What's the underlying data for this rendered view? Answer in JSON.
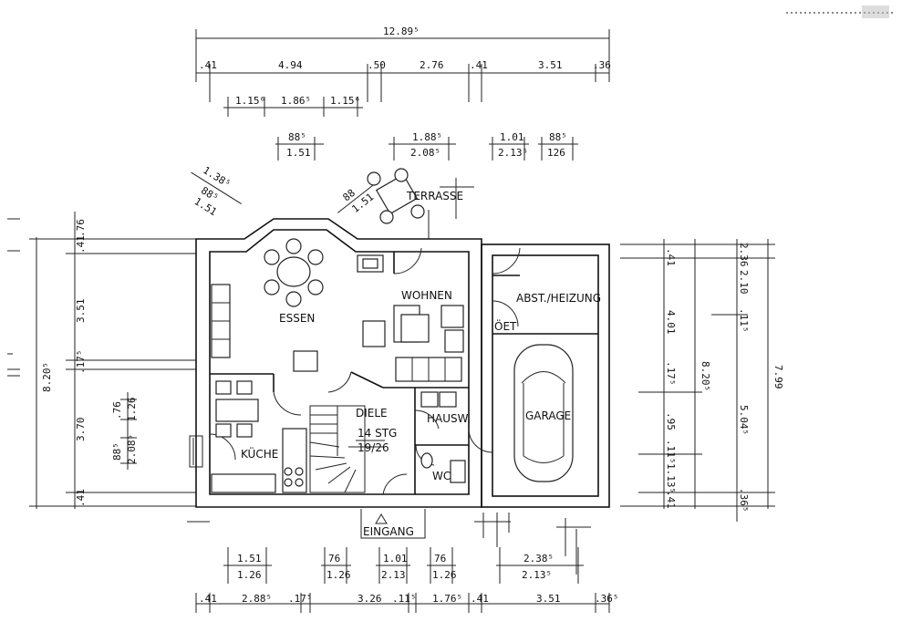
{
  "rooms": {
    "essen": "ESSEN",
    "wohnen": "WOHNEN",
    "abst_heizung": "ABST./HEIZUNG",
    "oet": "ÖET",
    "garage": "GARAGE",
    "diele": "DIELE",
    "hausw": "HAUSW.",
    "kueche": "KÜCHE",
    "wc": "WC",
    "eingang": "EINGANG",
    "terrasse": "TERRASSE",
    "stair_count": "14 STG",
    "stair_ratio": "19/26"
  },
  "dims_top": {
    "overall": "12.89⁵",
    "seg1": ".41",
    "seg2": "4.94",
    "seg3": ".50",
    "seg4": "2.76",
    "seg5": ".41",
    "seg6": "3.51",
    "seg7": ".36",
    "win1": "1.15⁶",
    "win2": "1.86⁵",
    "win3": "1.15⁶",
    "a_top": "88⁵",
    "a_bot": "1.51",
    "b_top": "1.88⁵",
    "b_bot": "2.08⁵",
    "c_top": "1.01",
    "c_bot": "2.13⁵",
    "d_top": "88⁵",
    "d_bot": "126",
    "diag1a": "1.38⁵",
    "diag1b": "88⁵",
    "diag1c": "1.51",
    "diag2a": "88",
    "diag2b": "1.51"
  },
  "dims_left": {
    "overall": "8.20⁵",
    "s1": ".76",
    "s2": ".41",
    "s3": "3.51",
    "s4": ".17⁵",
    "s5": "3.70",
    "s6": ".41",
    "w1a": ".76",
    "w1b": "1.26",
    "w2a": "88⁵",
    "w2b": "2.08⁵"
  },
  "dims_right": {
    "overall_a": "8.20⁵",
    "overall_b": "7.99",
    "r1": ".41",
    "r2": "4.01",
    "r3": ".17⁵",
    "r4": ".95",
    "r5": ".11⁵",
    "r6": "1.13⁵",
    "r7": ".41",
    "q1": "2.36",
    "q2": "2.10",
    "q3": ".11⁵",
    "q4": "5.04⁵",
    "q5": ".36⁵"
  },
  "dims_bottom": {
    "w1a": "1.51",
    "w1b": "1.26",
    "w2a": "76",
    "w2b": "1.26",
    "w3a": "1.01",
    "w3b": "2.13",
    "w4a": "76",
    "w4b": "1.26",
    "w5a": "2.38⁵",
    "w5b": "2.13⁵",
    "b1": ".41",
    "b2": "2.88⁵",
    "b3": ".17⁵",
    "b4": "3.26",
    "b5": ".11⁵",
    "b6": "1.76⁵",
    "b7": ".41",
    "b8": "3.51",
    "b9": ".36⁵"
  }
}
